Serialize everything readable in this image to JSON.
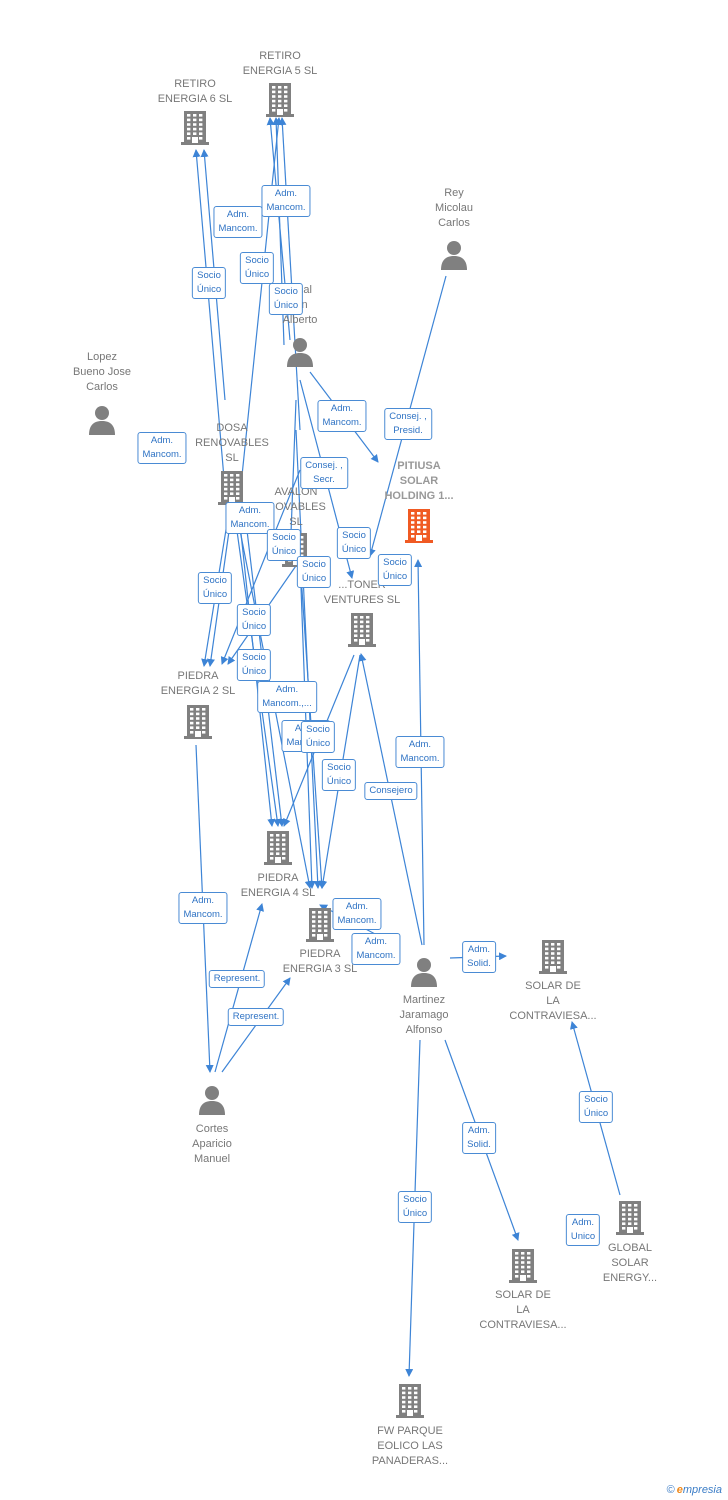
{
  "colors": {
    "edge": "#3d84d6",
    "building": "#808080",
    "person": "#808080",
    "highlight": "#f05a23"
  },
  "nodes": [
    {
      "id": "retiro6",
      "type": "company",
      "label": "RETIRO\nENERGIA 6  SL"
    },
    {
      "id": "retiro5",
      "type": "company",
      "label": "RETIRO\nENERGIA 5  SL"
    },
    {
      "id": "rey",
      "type": "person",
      "label": "Rey\nMicolau\nCarlos"
    },
    {
      "id": "alberto",
      "type": "person",
      "label": "...nal\n...n\nAlberto"
    },
    {
      "id": "lopez",
      "type": "person",
      "label": "Lopez\nBueno Jose\nCarlos"
    },
    {
      "id": "dosa",
      "type": "company",
      "label": "DOSA\nRENOVABLES\nSL"
    },
    {
      "id": "pitiusa",
      "type": "company",
      "label": "PITIUSA\nSOLAR\nHOLDING 1...",
      "highlight": true
    },
    {
      "id": "avalon",
      "type": "company",
      "label": "AVALON\n...OVABLES\nSL"
    },
    {
      "id": "toner",
      "type": "company",
      "label": "...TONER\nVENTURES  SL"
    },
    {
      "id": "piedra2",
      "type": "company",
      "label": "PIEDRA\nENERGIA 2  SL"
    },
    {
      "id": "piedra4",
      "type": "company",
      "label": "PIEDRA\nENERGIA 4  SL"
    },
    {
      "id": "piedra3",
      "type": "company",
      "label": "PIEDRA\nENERGIA 3  SL"
    },
    {
      "id": "martinez",
      "type": "person",
      "label": "Martinez\nJaramago\nAlfonso"
    },
    {
      "id": "solar1",
      "type": "company",
      "label": "SOLAR DE\nLA\nCONTRAVIESA..."
    },
    {
      "id": "cortes",
      "type": "person",
      "label": "Cortes\nAparicio\nManuel"
    },
    {
      "id": "global",
      "type": "company",
      "label": "GLOBAL\nSOLAR\nENERGY..."
    },
    {
      "id": "solar2",
      "type": "company",
      "label": "SOLAR DE\nLA\nCONTRAVIESA..."
    },
    {
      "id": "fw",
      "type": "company",
      "label": "FW PARQUE\nEOLICO LAS\nPANADERAS..."
    }
  ],
  "edge_labels": [
    "Adm.\nMancom.",
    "Adm.\nMancom.",
    "Socio\nÚnico",
    "Socio\nÚnico",
    "Socio\nÚnico",
    "Adm.\nMancom.",
    "Adm.\nMancom.",
    "Consej. ,\nPresid.",
    "Consej. ,\nSecr.",
    "Adm.\nMancom.",
    "Socio\nÚnico",
    "Socio\nÚnico",
    "Socio\nÚnico",
    "Socio\nÚnico",
    "Socio\nÚnico",
    "Socio\nÚnico",
    "Socio\nÚnico",
    "Adm.\nMancom.,...",
    "Adm.\nMancom.",
    "Adm.\nMancom.",
    "Socio\nÚnico",
    "Socio\nÚnico",
    "Consejero",
    "Adm.\nMancom.",
    "Adm.\nMancom.",
    "Adm.\nMancom.",
    "Represent.",
    "Represent.",
    "Adm.\nSolid.",
    "Socio\nÚnico",
    "Adm.\nSolid.",
    "Socio\nÚnico",
    "Adm.\nUnico"
  ],
  "footer": {
    "copyright": "©",
    "brand_first": "e",
    "brand_rest": "mpresia"
  }
}
